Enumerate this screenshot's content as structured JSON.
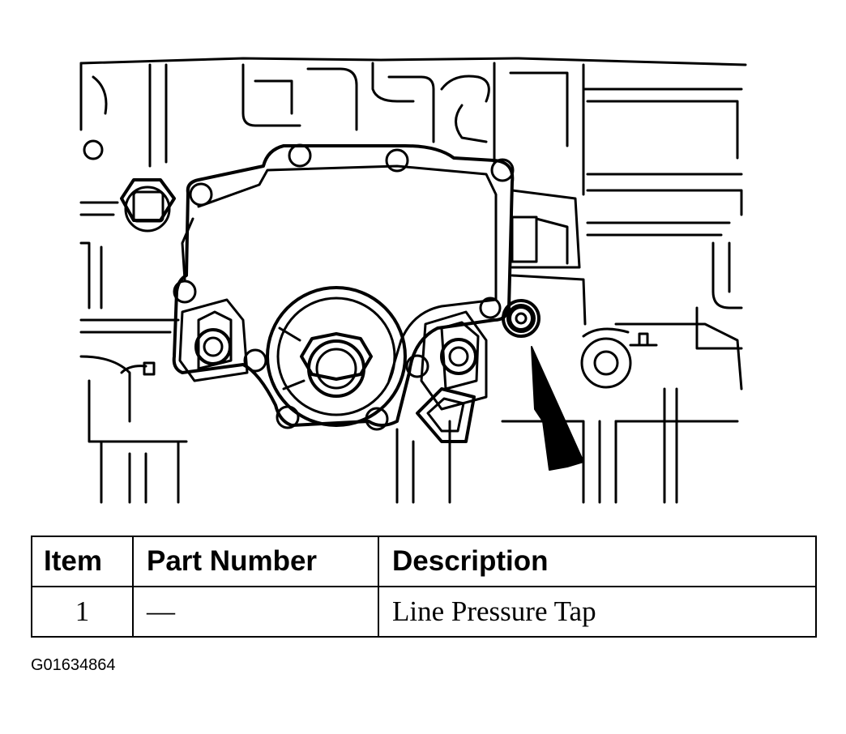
{
  "table": {
    "headers": {
      "item": "Item",
      "part_number": "Part Number",
      "description": "Description"
    },
    "rows": [
      {
        "item": "1",
        "part_number": "—",
        "description": "Line Pressure Tap"
      }
    ]
  },
  "figure_id": "G01634864",
  "icons": {
    "callout": "arrow-pointer-icon",
    "component": "line-pressure-tap-icon"
  }
}
